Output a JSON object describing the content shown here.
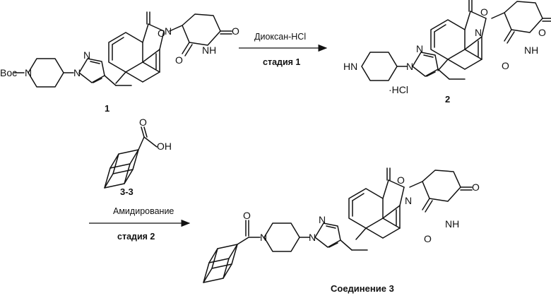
{
  "compounds": {
    "c1": {
      "number": "1",
      "boc_label": "Boc"
    },
    "c2": {
      "number": "2",
      "salt_label": "·HCl",
      "amine_label": "HN"
    },
    "c33": {
      "number": "3-3",
      "oh_label": "OH"
    },
    "c3": {
      "caption": "Соединение 3"
    }
  },
  "atoms": {
    "N": "N",
    "O": "O",
    "NH": "NH"
  },
  "step1": {
    "reagent": "Диоксан-HCl",
    "stage": "стадия 1"
  },
  "step2": {
    "reagent": "Амидирование",
    "stage": "стадия 2"
  }
}
